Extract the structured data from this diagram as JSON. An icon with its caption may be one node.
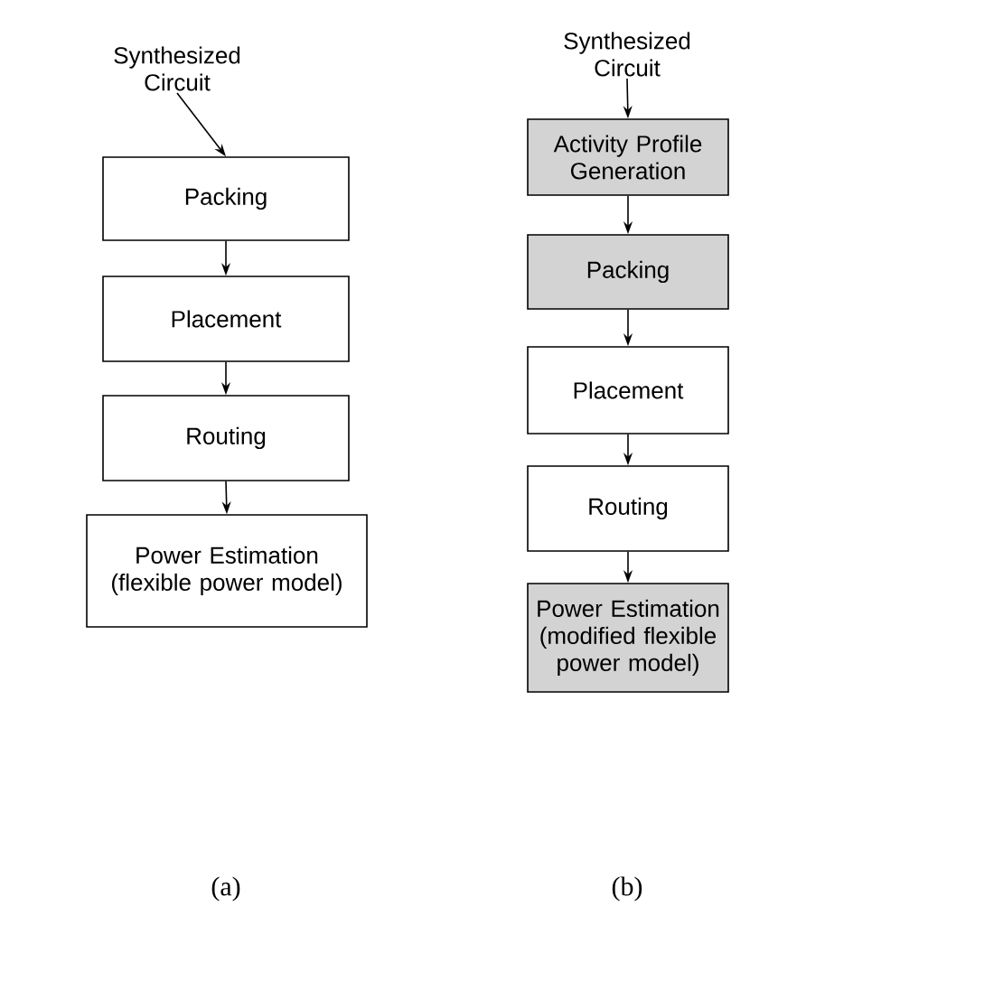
{
  "diagram": {
    "nodes": [
      {
        "text": [
          "Synthesized Circuit"
        ]
      },
      {
        "text": [
          "Packing"
        ]
      },
      {
        "text": [
          "Placement"
        ]
      },
      {
        "text": [
          "Routing"
        ]
      },
      {
        "text": [
          "Power Estimation (flexible power model)"
        ]
      },
      {
        "text": [
          "Synthesized Circuit"
        ]
      },
      {
        "text": [
          "Activity Profile Generation"
        ]
      },
      {
        "text": [
          "Packing"
        ]
      },
      {
        "text": [
          "Placement"
        ]
      },
      {
        "text": [
          "Routing"
        ]
      },
      {
        "text": [
          "Power Estimation (modified flexible power model)"
        ]
      }
    ],
    "edges": [
      {
        "from": 0,
        "to": 1,
        "arrow": "to"
      },
      {
        "from": 1,
        "to": 2,
        "arrow": "to"
      },
      {
        "from": 2,
        "to": 3,
        "arrow": "to"
      },
      {
        "from": 3,
        "to": 4,
        "arrow": "to"
      },
      {
        "from": 5,
        "to": 6,
        "arrow": "to"
      },
      {
        "from": 6,
        "to": 7,
        "arrow": "to"
      },
      {
        "from": 7,
        "to": 8,
        "arrow": "to"
      },
      {
        "from": 8,
        "to": 9,
        "arrow": "to"
      },
      {
        "from": 9,
        "to": 10,
        "arrow": "to"
      }
    ],
    "labels": [
      "(a)",
      "(b)"
    ]
  }
}
